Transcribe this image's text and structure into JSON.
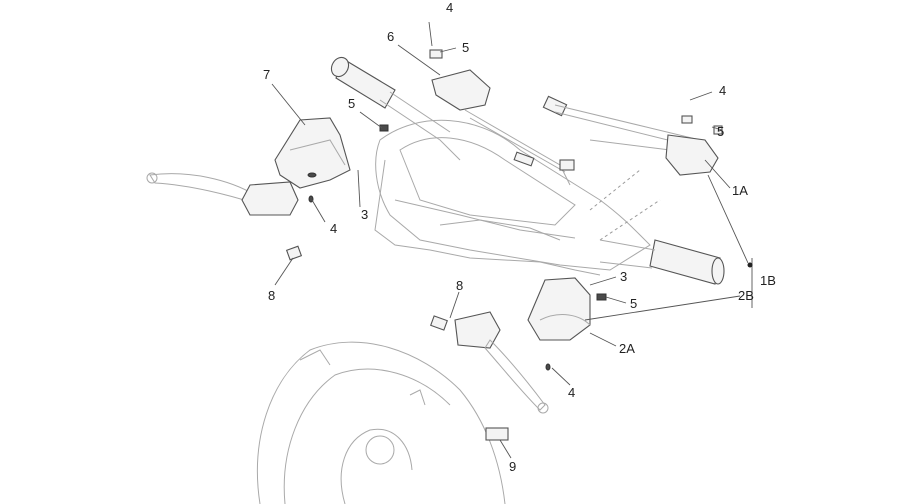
{
  "callouts": {
    "c4_top": "4",
    "c6": "6",
    "c5_top": "5",
    "c7": "7",
    "c5_left": "5",
    "c3_left": "3",
    "c4_left": "4",
    "c8_left": "8",
    "c4_right": "4",
    "c5_right": "5",
    "c1A": "1A",
    "c1B": "1B",
    "c2B": "2B",
    "c3_mid": "3",
    "c5_mid": "5",
    "c8_mid": "8",
    "c2A": "2A",
    "c4_bottom": "4",
    "c9": "9"
  },
  "colors": {
    "outline": "#a9a9a9",
    "part_stroke": "#555555",
    "label": "#222222"
  }
}
